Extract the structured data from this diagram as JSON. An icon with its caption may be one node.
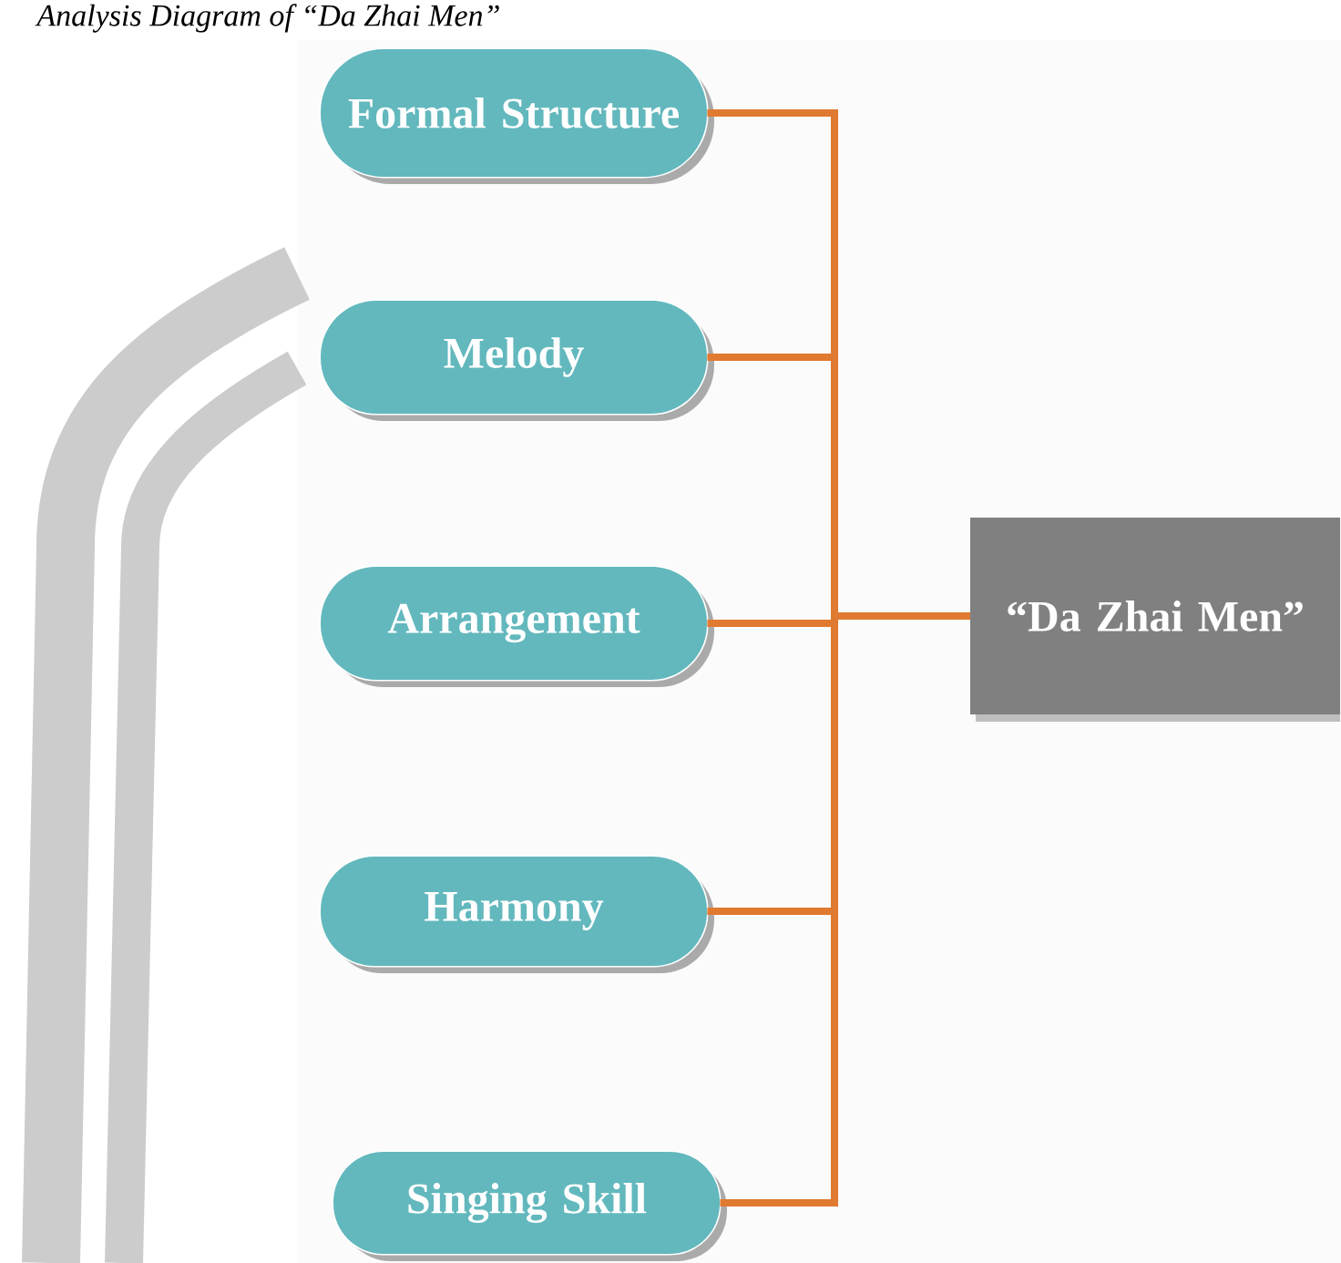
{
  "diagram": {
    "title": "Analysis Diagram of “Da Zhai Men”",
    "nodes": [
      {
        "text": [
          "Formal Structure"
        ]
      },
      {
        "text": [
          "Melody"
        ]
      },
      {
        "text": [
          "Arrangement"
        ]
      },
      {
        "text": [
          "Harmony"
        ]
      },
      {
        "text": [
          "Singing Skill"
        ]
      },
      {
        "text": [
          "“Da Zhai Men”"
        ]
      }
    ],
    "edges": [
      {
        "from": 0,
        "to": 5,
        "arrow": "none"
      },
      {
        "from": 1,
        "to": 5,
        "arrow": "none"
      },
      {
        "from": 2,
        "to": 5,
        "arrow": "none"
      },
      {
        "from": 3,
        "to": 5,
        "arrow": "none"
      },
      {
        "from": 4,
        "to": 5,
        "arrow": "none"
      }
    ]
  }
}
